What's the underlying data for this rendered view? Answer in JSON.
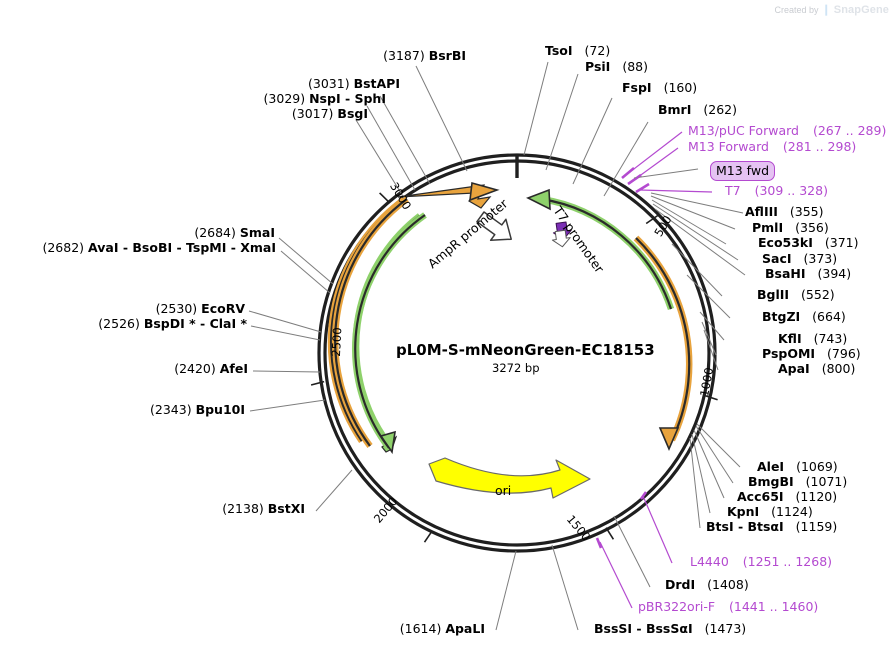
{
  "watermark": {
    "prefix": "Created by",
    "brand": "SnapGene"
  },
  "plasmid": {
    "name": "pL0M-S-mNeonGreen-EC18153",
    "size": "3272 bp",
    "length_bp": 3272
  },
  "ruler_ticks": [
    {
      "label": "500",
      "bp": 500
    },
    {
      "label": "1000",
      "bp": 1000
    },
    {
      "label": "1500",
      "bp": 1500
    },
    {
      "label": "2000",
      "bp": 2000
    },
    {
      "label": "2500",
      "bp": 2500
    },
    {
      "label": "3000",
      "bp": 3000
    }
  ],
  "features": [
    {
      "name": "AmpR promoter",
      "type": "promoter",
      "color": "#ffffff",
      "shape": "open-arrow"
    },
    {
      "name": "T7 promoter",
      "type": "promoter",
      "color": "#7b2fb5",
      "shape": "small-arrow"
    },
    {
      "name": "ori",
      "type": "origin",
      "color": "#ffff00",
      "shape": "block-arrow"
    }
  ],
  "arc_colors": {
    "backbone": "#1f1f1f",
    "orange": "#e8a33d",
    "green": "#8ed16b",
    "primer": "#b44ad0",
    "ori_yellow": "#ffff00"
  },
  "primers": [
    {
      "name": "M13/pUC Forward",
      "range": "(267 .. 289)"
    },
    {
      "name": "M13 Forward",
      "range": "(281 .. 298)"
    },
    {
      "name": "T7",
      "range": "(309 .. 328)"
    },
    {
      "name": "L4440",
      "range": "(1251 .. 1268)"
    },
    {
      "name": "pBR322ori-F",
      "range": "(1441 .. 1460)"
    }
  ],
  "feature_box": {
    "label": "M13 fwd"
  },
  "enzymes_top_left": [
    {
      "pos": "(3187)",
      "name": "BsrBI"
    },
    {
      "pos": "(3031)",
      "name": "BstAPI"
    },
    {
      "pos": "(3029)",
      "name": "NspI - SphI"
    },
    {
      "pos": "(3017)",
      "name": "BsgI"
    }
  ],
  "enzymes_top_center": [
    {
      "name": "TsoI",
      "pos": "(72)"
    },
    {
      "name": "PsiI",
      "pos": "(88)"
    },
    {
      "name": "FspI",
      "pos": "(160)"
    },
    {
      "name": "BmrI",
      "pos": "(262)"
    }
  ],
  "enzymes_right_upper": [
    {
      "name": "AflIII",
      "pos": "(355)"
    },
    {
      "name": "PmlI",
      "pos": "(356)"
    },
    {
      "name": "Eco53kI",
      "pos": "(371)"
    },
    {
      "name": "SacI",
      "pos": "(373)"
    },
    {
      "name": "BsaHI",
      "pos": "(394)"
    },
    {
      "name": "BglII",
      "pos": "(552)"
    },
    {
      "name": "BtgZI",
      "pos": "(664)"
    },
    {
      "name": "KflI",
      "pos": "(743)"
    },
    {
      "name": "PspOMI",
      "pos": "(796)"
    },
    {
      "name": "ApaI",
      "pos": "(800)"
    }
  ],
  "enzymes_right_lower": [
    {
      "name": "AleI",
      "pos": "(1069)"
    },
    {
      "name": "BmgBI",
      "pos": "(1071)"
    },
    {
      "name": "Acc65I",
      "pos": "(1120)"
    },
    {
      "name": "KpnI",
      "pos": "(1124)"
    },
    {
      "name": "BtsI - BtsαI",
      "pos": "(1159)"
    }
  ],
  "enzymes_bottom": [
    {
      "name": "DrdI",
      "pos": "(1408)"
    },
    {
      "name": "BssSI - BssSαI",
      "pos": "(1473)"
    }
  ],
  "enzymes_bottom_left": [
    {
      "pos": "(1614)",
      "name": "ApaLI"
    },
    {
      "pos": "(2138)",
      "name": "BstXI"
    }
  ],
  "enzymes_left": [
    {
      "pos": "(2684)",
      "name": "SmaI"
    },
    {
      "pos": "(2682)",
      "name": "AvaI - BsoBI - TspMI - XmaI"
    },
    {
      "pos": "(2530)",
      "name": "EcoRV"
    },
    {
      "pos": "(2526)",
      "name": "BspDI * - ClaI *"
    },
    {
      "pos": "(2420)",
      "name": "AfeI"
    },
    {
      "pos": "(2343)",
      "name": "Bpu10I"
    }
  ]
}
